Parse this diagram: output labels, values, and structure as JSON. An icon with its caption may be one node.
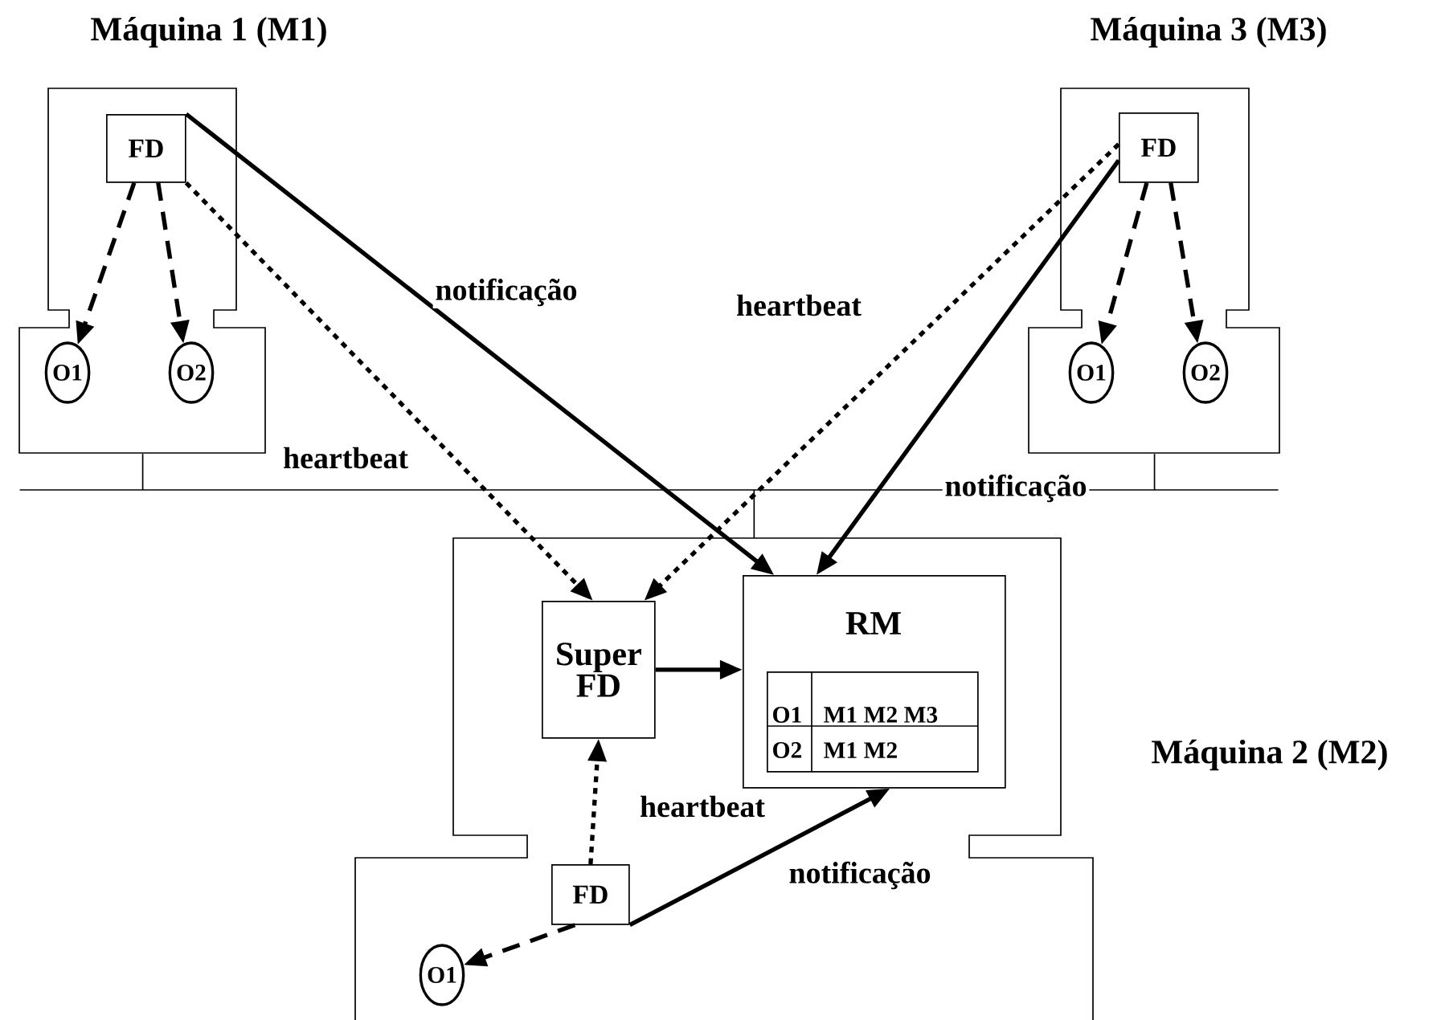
{
  "diagram": {
    "nodes": [
      {
        "text": [
          "Máquina 1 (M1)"
        ]
      },
      {
        "text": [
          "FD"
        ],
        "in": 0
      },
      {
        "text": [
          "O1"
        ],
        "in": 0
      },
      {
        "text": [
          "O2"
        ],
        "in": 0
      },
      {
        "text": [
          "Máquina 3 (M3)"
        ]
      },
      {
        "text": [
          "FD"
        ],
        "in": 4
      },
      {
        "text": [
          "O1"
        ],
        "in": 4
      },
      {
        "text": [
          "O2"
        ],
        "in": 4
      },
      {
        "text": [
          "Máquina 2 (M2)"
        ]
      },
      {
        "text": [
          "Super FD"
        ],
        "in": 8
      },
      {
        "text": [
          "RM"
        ],
        "in": 8
      },
      {
        "text": [
          "O1",
          "M1 M2 M3",
          "O2",
          "M1 M2"
        ],
        "in": 10
      },
      {
        "text": [
          "FD"
        ],
        "in": 8
      },
      {
        "text": [
          "O1"
        ],
        "in": 8
      },
      {
        "text": [],
        "shape": "bar"
      }
    ],
    "edges": [
      {
        "from": 1,
        "to": 2,
        "arrow": "to",
        "style": "dashed"
      },
      {
        "from": 1,
        "to": 3,
        "arrow": "to",
        "style": "dashed"
      },
      {
        "from": 5,
        "to": 6,
        "arrow": "to",
        "style": "dashed"
      },
      {
        "from": 5,
        "to": 7,
        "arrow": "to",
        "style": "dashed"
      },
      {
        "from": 1,
        "to": 10,
        "arrow": "to",
        "label": "notificação"
      },
      {
        "from": 1,
        "to": 9,
        "arrow": "to",
        "style": "dashed",
        "label": "heartbeat"
      },
      {
        "from": 5,
        "to": 9,
        "arrow": "to",
        "style": "dashed",
        "label": "heartbeat"
      },
      {
        "from": 5,
        "to": 10,
        "arrow": "to",
        "label": "notificação"
      },
      {
        "from": 9,
        "to": 10,
        "arrow": "to"
      },
      {
        "from": 12,
        "to": 9,
        "arrow": "to",
        "style": "dashed",
        "label": "heartbeat"
      },
      {
        "from": 12,
        "to": 10,
        "arrow": "to",
        "label": "notificação"
      },
      {
        "from": 12,
        "to": 13,
        "arrow": "to",
        "style": "dashed"
      },
      {
        "from": 0,
        "to": 14,
        "arrow": "none"
      },
      {
        "from": 4,
        "to": 14,
        "arrow": "none"
      },
      {
        "from": 8,
        "to": 14,
        "arrow": "none"
      }
    ]
  }
}
